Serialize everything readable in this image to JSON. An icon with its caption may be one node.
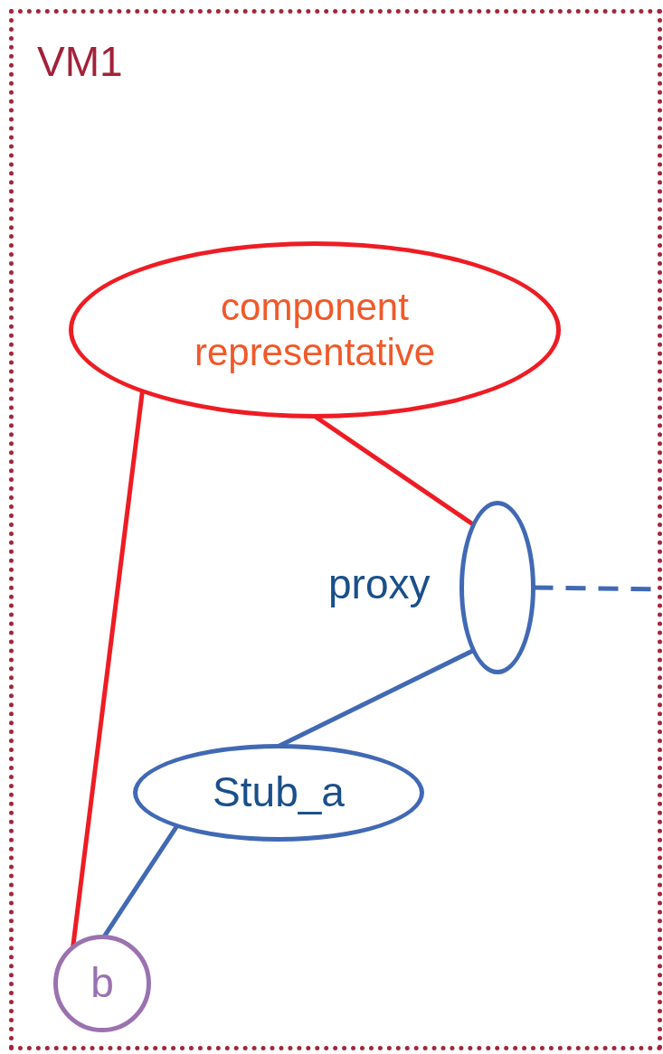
{
  "diagram": {
    "nodes": [
      {
        "text": [
          "VM1"
        ]
      },
      {
        "text": [
          "component representative"
        ],
        "in": 0
      },
      {
        "text": [],
        "shape": "ellipse",
        "beside": [
          "proxy"
        ],
        "in": 0
      },
      {
        "text": [
          "Stub_a"
        ],
        "in": 0
      },
      {
        "text": [
          "b"
        ],
        "in": 0
      }
    ],
    "edges": [
      {
        "from": 1,
        "to": 4,
        "arrow": "none",
        "color": "#ee1c24"
      },
      {
        "from": 1,
        "to": 2,
        "arrow": "none",
        "color": "#ee1c24"
      },
      {
        "from": 2,
        "to": 3,
        "arrow": "none"
      },
      {
        "from": 3,
        "to": 4,
        "arrow": "none"
      },
      {
        "from": 2,
        "to": null,
        "arrow": "none",
        "style": "dashed"
      }
    ]
  }
}
